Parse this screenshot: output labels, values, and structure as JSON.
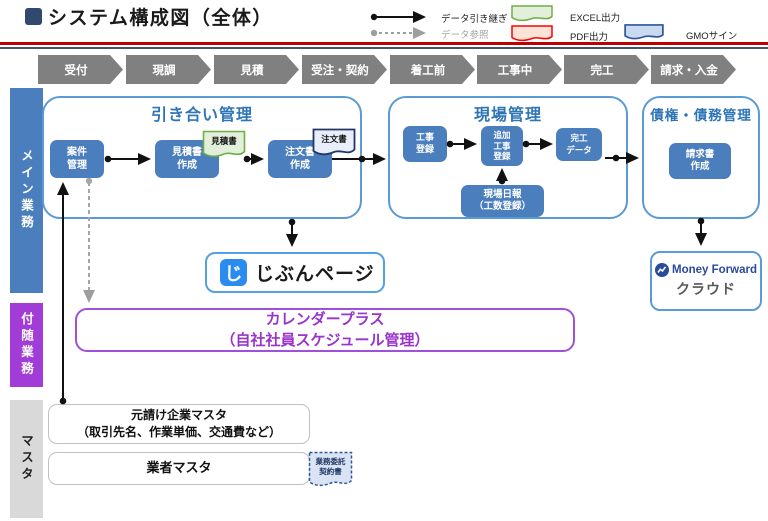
{
  "title": "システム構成図（全体）",
  "legend": {
    "data_handover": "データ引き継ぎ",
    "data_reference": "データ参照",
    "excel_output": "EXCEL出力",
    "pdf_output": "PDF出力",
    "gmo_sign": "GMOサイン"
  },
  "process_steps": [
    "受付",
    "現調",
    "見積",
    "受注・契約",
    "着工前",
    "工事中",
    "完工",
    "請求・入金"
  ],
  "sidebar": {
    "main": "メイン業務",
    "sub": "付随業務",
    "master": "マスタ"
  },
  "inquiry": {
    "title": "引き合い管理",
    "anken": "案件\n管理",
    "mitsumori": "見積書\n作成",
    "chumon": "注文書\n作成",
    "doc_mitsumorisho": "見積書",
    "doc_chumonsho": "注文書"
  },
  "genba": {
    "title": "現場管理",
    "koji": "工事\n登録",
    "tsuika": "追加\n工事\n登録",
    "kanko": "完工\nデータ",
    "nippo": "現場日報\n（工数登録）"
  },
  "saiken": {
    "title": "債権・債務管理",
    "seikyu": "請求書\n作成"
  },
  "jibun": {
    "label": "じぶんページ",
    "icon_glyph": "じ"
  },
  "money_forward": {
    "brand": "Money Forward",
    "product": "クラウド"
  },
  "calendar": {
    "label": "カレンダープラス\n（自社社員スケジュール管理）"
  },
  "master": {
    "motouke": "元請け企業マスタ\n（取引先名、作業単価、交通費など）",
    "gyosha": "業者マスタ",
    "doc_keiyaku": "業務委託\n契約書"
  },
  "colors": {
    "process_box_blue": "#4a7ebc",
    "container_border_blue": "#5b9bd5",
    "section_title_blue": "#2e75b6",
    "sidebar_purple": "#a23cd6",
    "calendar_purple": "#9933cc",
    "chevron_gray": "#808080",
    "master_bar_gray": "#d9d9d9",
    "excel_green": "#70ad47",
    "pdf_red": "#ff0000",
    "gmo_navy": "#2f5597",
    "jibun_blue": "#2b8cf0",
    "money_forward_navy": "#2b4a9b",
    "rule_red": "#c00000",
    "rule_navy": "#44546a"
  }
}
